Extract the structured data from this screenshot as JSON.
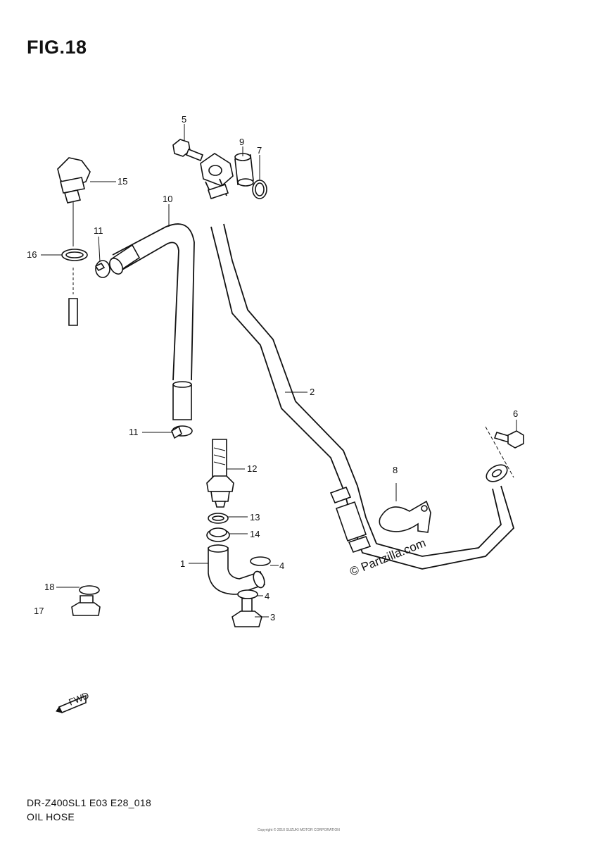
{
  "figure_title": "FIG.18",
  "callouts": {
    "c1": "1",
    "c2": "2",
    "c3": "3",
    "c4a": "4",
    "c4b": "4",
    "c5": "5",
    "c6": "6",
    "c7": "7",
    "c8": "8",
    "c9": "9",
    "c10": "10",
    "c11a": "11",
    "c11b": "11",
    "c12": "12",
    "c13": "13",
    "c14": "14",
    "c15": "15",
    "c16": "16",
    "c17": "17",
    "c18": "18"
  },
  "watermark": "© Partzilla.com",
  "fwd_label": "FWD",
  "footer": {
    "model_code": "DR-Z400SL1 E03 E28_018",
    "section_name": "OIL HOSE",
    "fine_print": "Copyright © 2010 SUZUKI MOTOR CORPORATION"
  }
}
